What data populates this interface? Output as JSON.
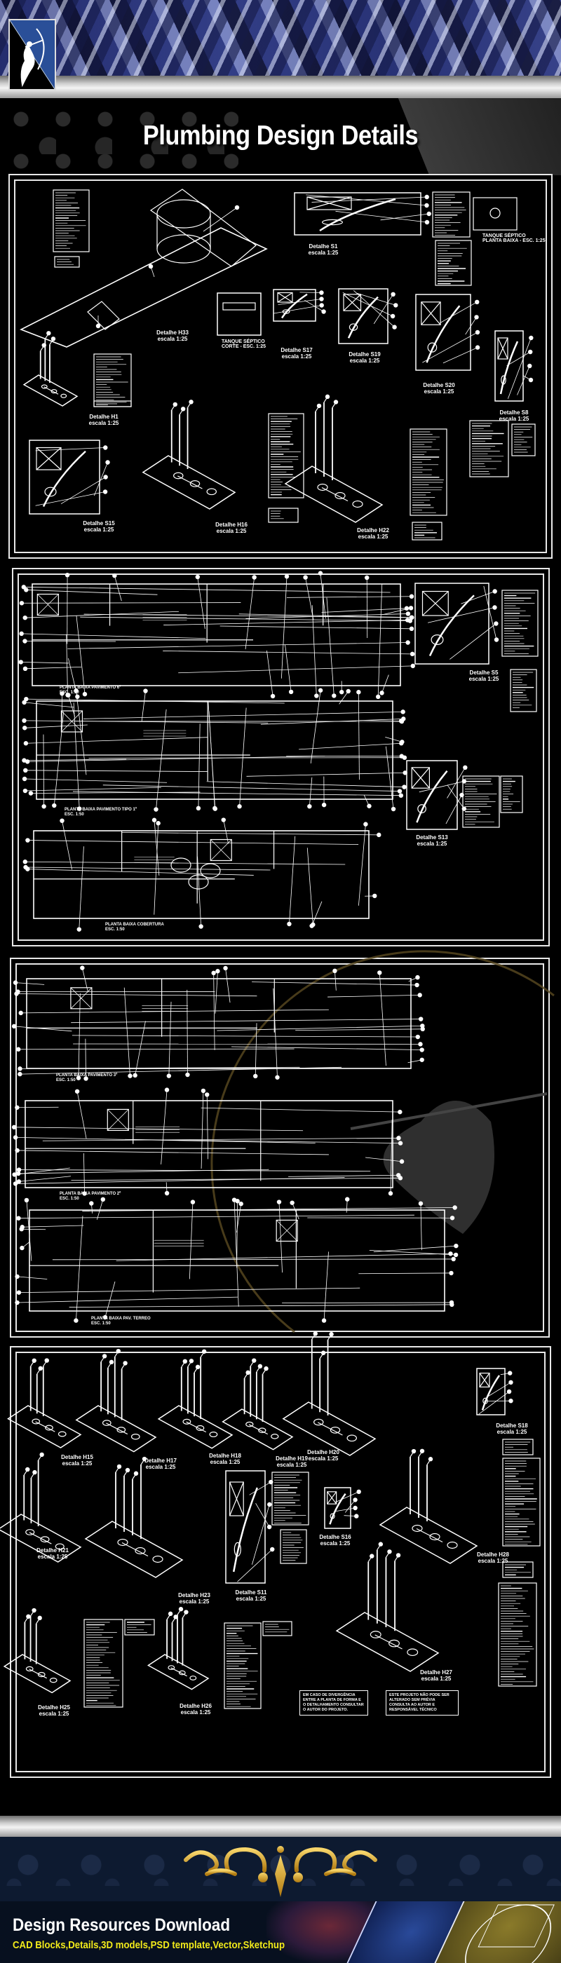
{
  "header": {
    "title": "Plumbing Design Details"
  },
  "panels": [
    {
      "labels": [
        {
          "title": "Detalhe H33",
          "scale": "escala 1:25"
        },
        {
          "title": "Detalhe S1",
          "scale": "escala 1:25"
        },
        {
          "title": "TANQUE SÉPTICO",
          "scale": "PLANTA BAIXA - ESC. 1:25"
        },
        {
          "title": "TANQUE SÉPTICO",
          "scale": "CORTE - ESC. 1:25"
        },
        {
          "title": "Detalhe S17",
          "scale": "escala 1:25"
        },
        {
          "title": "Detalhe S19",
          "scale": "escala 1:25"
        },
        {
          "title": "Detalhe S20",
          "scale": "escala 1:25"
        },
        {
          "title": "Detalhe S8",
          "scale": "escala 1:25"
        },
        {
          "title": "Detalhe H1",
          "scale": "escala 1:25"
        },
        {
          "title": "Detalhe S15",
          "scale": "escala 1:25"
        },
        {
          "title": "Detalhe H16",
          "scale": "escala 1:25"
        },
        {
          "title": "Detalhe H22",
          "scale": "escala 1:25"
        }
      ]
    },
    {
      "labels": [
        {
          "title": "PLANTA BAIXA PAVIMENTO 6º",
          "scale": "ESC. 1:50"
        },
        {
          "title": "PLANTA BAIXA PAVIMENTO TIPO 1º",
          "scale": "ESC. 1:50"
        },
        {
          "title": "PLANTA BAIXA COBERTURA",
          "scale": "ESC. 1:50"
        },
        {
          "title": "Detalhe S5",
          "scale": "escala 1:25"
        },
        {
          "title": "Detalhe S13",
          "scale": "escala 1:25"
        }
      ]
    },
    {
      "labels": [
        {
          "title": "PLANTA BAIXA PAVIMENTO 3º",
          "scale": "ESC. 1:50"
        },
        {
          "title": "PLANTA BAIXA PAVIMENTO 2º",
          "scale": "ESC. 1:50"
        },
        {
          "title": "PLANTA BAIXA PAV. TERREO",
          "scale": "ESC. 1:50"
        }
      ]
    },
    {
      "labels": [
        {
          "title": "Detalhe H15",
          "scale": "escala 1:25"
        },
        {
          "title": "Detalhe H17",
          "scale": "escala 1:25"
        },
        {
          "title": "Detalhe H18",
          "scale": "escala 1:25"
        },
        {
          "title": "Detalhe H19",
          "scale": "escala 1:25"
        },
        {
          "title": "Detalhe H20",
          "scale": "escala 1:25"
        },
        {
          "title": "Detalhe S18",
          "scale": "escala 1:25"
        },
        {
          "title": "Detalhe H21",
          "scale": "escala 1:25"
        },
        {
          "title": "Detalhe H23",
          "scale": "escala 1:25"
        },
        {
          "title": "Detalhe S11",
          "scale": "escala 1:25"
        },
        {
          "title": "Detalhe S16",
          "scale": "escala 1:25"
        },
        {
          "title": "Detalhe H28",
          "scale": "escala 1:25"
        },
        {
          "title": "Detalhe H27",
          "scale": "escala 1:25"
        },
        {
          "title": "Detalhe H25",
          "scale": "escala 1:25"
        },
        {
          "title": "Detalhe H26",
          "scale": "escala 1:25"
        }
      ],
      "notes": [
        "EM CASO DE DIVERGÊNCIA ENTRE A PLANTA DE FORMA E O DETALHAMENTO CONSULTAR O AUTOR DO PROJETO.",
        "ESTE PROJETO NÃO PODE SER ALTERADO SEM PRÉVIA CONSULTA AO AUTOR E RESPONSÁVEL TÉCNICO"
      ]
    }
  ],
  "footer": {
    "title": "Design Resources Download",
    "subtitle": "CAD Blocks,Details,3D models,PSD template,Vector,Sketchup"
  },
  "colors": {
    "drawing_line": "#ffffff",
    "subtitle": "#f2ea1a",
    "ornament": "#d9a520",
    "header_blue": "#3c4a9a"
  },
  "icons": {
    "logo": "archer-logo",
    "ornament": "gold-scroll-ornament",
    "watermark": "archer-watermark"
  }
}
